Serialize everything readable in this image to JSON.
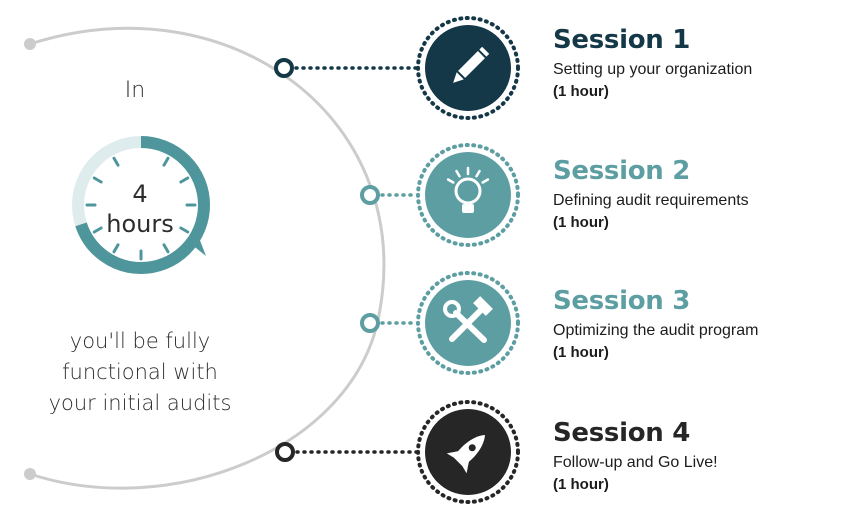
{
  "intro": {
    "prefix": "In",
    "duration_number": "4",
    "duration_unit": "hours",
    "tagline_lines": [
      "you'll be fully",
      "functional with",
      "your initial audits"
    ]
  },
  "clock": {
    "filled_fraction": 0.7
  },
  "colors": {
    "navy": "#143848",
    "teal": "#5d9ea3",
    "dark": "#262626",
    "arc": "#cccccc",
    "clock": "#4e969b"
  },
  "sessions": [
    {
      "title": "Session 1",
      "description": "Setting up your organization",
      "duration": "(1 hour)",
      "icon": "pencil-icon",
      "color": "#143848"
    },
    {
      "title": "Session 2",
      "description": "Defining audit requirements",
      "duration": "(1 hour)",
      "icon": "lightbulb-icon",
      "color": "#5d9ea3"
    },
    {
      "title": "Session 3",
      "description": "Optimizing the audit program",
      "duration": "(1 hour)",
      "icon": "tools-icon",
      "color": "#5d9ea3"
    },
    {
      "title": "Session 4",
      "description": "Follow-up and Go Live!",
      "duration": "(1 hour)",
      "icon": "rocket-icon",
      "color": "#262626"
    }
  ]
}
